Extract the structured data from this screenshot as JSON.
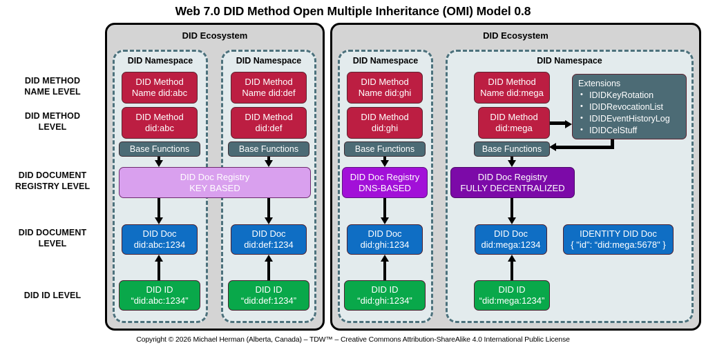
{
  "title": "Web 7.0 DID Method Open Multiple Inheritance (OMI) Model 0.8",
  "footer": "Copyright © 2026 Michael Herman (Alberta, Canada) – TDW™ – Creative Commons Attribution-ShareAlike 4.0 International Public License",
  "levels": [
    {
      "key": "method_name",
      "line1": "DID METHOD",
      "line2": "NAME LEVEL"
    },
    {
      "key": "method",
      "line1": "DID METHOD",
      "line2": "LEVEL"
    },
    {
      "key": "registry",
      "line1": "DID DOCUMENT",
      "line2": "REGISTRY LEVEL"
    },
    {
      "key": "document",
      "line1": "DID DOCUMENT",
      "line2": "LEVEL"
    },
    {
      "key": "id",
      "line1": "DID ID LEVEL",
      "line2": ""
    }
  ],
  "ecosystems": [
    {
      "key": "left",
      "label": "DID Ecosystem"
    },
    {
      "key": "right",
      "label": "DID Ecosystem"
    }
  ],
  "namespaces": [
    {
      "key": "abc",
      "label": "DID Namespace"
    },
    {
      "key": "def",
      "label": "DID Namespace"
    },
    {
      "key": "ghi",
      "label": "DID Namespace"
    },
    {
      "key": "mega",
      "label": "DID Namespace"
    }
  ],
  "nodes": {
    "abc": {
      "method_name": {
        "l1": "DID Method",
        "l2": "Name did:abc"
      },
      "method": {
        "l1": "DID Method",
        "l2": "did:abc"
      },
      "base": {
        "l1": "Base Functions",
        "l2": ""
      },
      "doc": {
        "l1": "DID Doc",
        "l2": "did:abc:1234"
      },
      "id": {
        "l1": "DID ID",
        "l2": "“did:abc:1234”"
      }
    },
    "def": {
      "method_name": {
        "l1": "DID Method",
        "l2": "Name did:def"
      },
      "method": {
        "l1": "DID Method",
        "l2": "did:def"
      },
      "base": {
        "l1": "Base Functions",
        "l2": ""
      },
      "doc": {
        "l1": "DID Doc",
        "l2": "did:def:1234"
      },
      "id": {
        "l1": "DID ID",
        "l2": "“did:def:1234”"
      }
    },
    "ghi": {
      "method_name": {
        "l1": "DID Method",
        "l2": "Name did:ghi"
      },
      "method": {
        "l1": "DID Method",
        "l2": "did:ghi"
      },
      "base": {
        "l1": "Base Functions",
        "l2": ""
      },
      "registry": {
        "l1": "DID Doc Registry",
        "l2": "DNS-BASED"
      },
      "doc": {
        "l1": "DID Doc",
        "l2": "did:ghi:1234"
      },
      "id": {
        "l1": "DID ID",
        "l2": "“did:ghi:1234”"
      }
    },
    "mega": {
      "method_name": {
        "l1": "DID Method",
        "l2": "Name did:mega"
      },
      "method": {
        "l1": "DID Method",
        "l2": "did:mega"
      },
      "base": {
        "l1": "Base Functions",
        "l2": ""
      },
      "registry": {
        "l1": "DID Doc Registry",
        "l2": "FULLY DECENTRALIZED"
      },
      "doc": {
        "l1": "DID Doc",
        "l2": "did:mega:1234"
      },
      "id": {
        "l1": "DID ID",
        "l2": "“did:mega:1234”"
      },
      "identity_doc": {
        "l1": "IDENTITY DID Doc",
        "l2": "{ \"id\": “did:mega:5678\" }"
      }
    }
  },
  "shared_registry": {
    "l1": "DID Doc Registry",
    "l2": "KEY BASED"
  },
  "extensions": {
    "heading": "Extensions",
    "items": [
      "IDIDKeyRotation",
      "IDIDRevocationList",
      "IDIDEventHistoryLog",
      "IDIDCelStuff"
    ]
  },
  "colors": {
    "method": "#bc1e42",
    "base_functions": "#4c6b75",
    "registry_key_based": "#d9a0ee",
    "registry_dns_based": "#a210d8",
    "registry_fully_decentralized": "#7c0aa8",
    "did_doc": "#0f6ec4",
    "did_id": "#09a84a",
    "ecosystem_bg": "#d4d4d4",
    "namespace_bg": "#e3ebed",
    "namespace_border": "#4c717c"
  }
}
